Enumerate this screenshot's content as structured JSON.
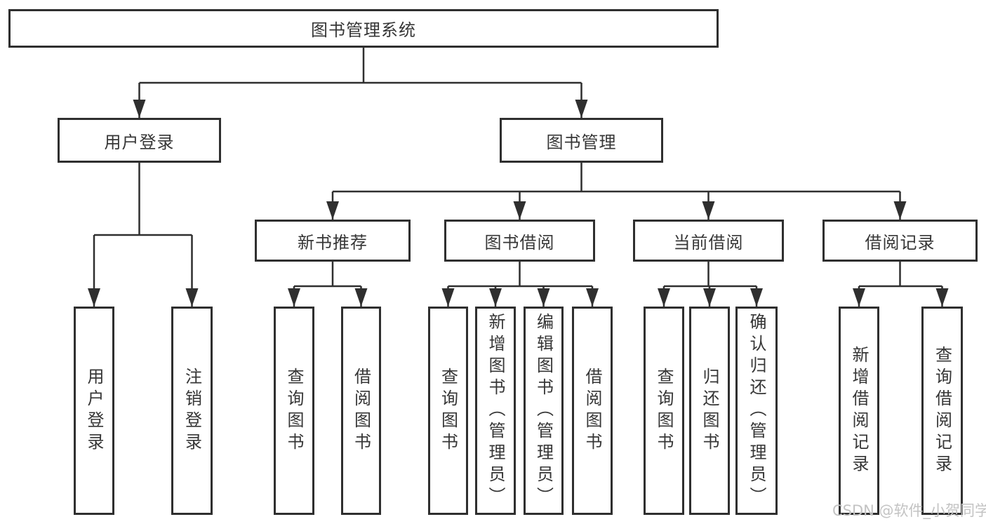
{
  "tree": {
    "root": {
      "label": "图书管理系统",
      "children": [
        {
          "label": "用户登录",
          "children": [
            {
              "label": "用户登录"
            },
            {
              "label": "注销登录"
            }
          ]
        },
        {
          "label": "图书管理",
          "children": [
            {
              "label": "新书推荐",
              "children": [
                {
                  "label": "查询图书"
                },
                {
                  "label": "借阅图书"
                }
              ]
            },
            {
              "label": "图书借阅",
              "children": [
                {
                  "label": "查询图书"
                },
                {
                  "label": "新增图书（管理员）"
                },
                {
                  "label": "编辑图书（管理员）"
                },
                {
                  "label": "借阅图书"
                }
              ]
            },
            {
              "label": "当前借阅",
              "children": [
                {
                  "label": "查询图书"
                },
                {
                  "label": "归还图书"
                },
                {
                  "label": "确认归还（管理员）"
                }
              ]
            },
            {
              "label": "借阅记录",
              "children": [
                {
                  "label": "新增借阅记录"
                },
                {
                  "label": "查询借阅记录"
                }
              ]
            }
          ]
        }
      ]
    }
  },
  "watermark": {
    "text": "CSDN @软件_小贺同学"
  },
  "colors": {
    "line": "#2f2f2f",
    "text": "#363636",
    "box_background": "#ffffff",
    "page_background": "#ffffff",
    "watermark": "#c3c3c3"
  }
}
